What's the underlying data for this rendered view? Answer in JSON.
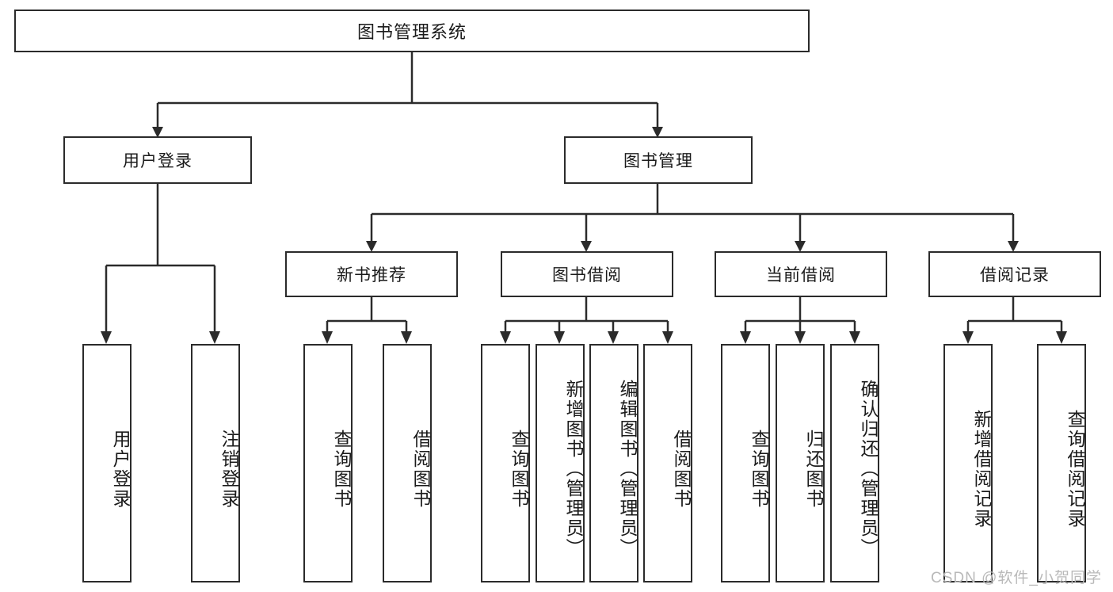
{
  "diagram": {
    "title": "图书管理系统",
    "type": "tree",
    "root": {
      "label": "图书管理系统",
      "children": [
        {
          "label": "用户登录",
          "children": [
            {
              "label": "用户登录"
            },
            {
              "label": "注销登录"
            }
          ]
        },
        {
          "label": "图书管理",
          "children": [
            {
              "label": "新书推荐",
              "children": [
                {
                  "label": "查询图书"
                },
                {
                  "label": "借阅图书"
                }
              ]
            },
            {
              "label": "图书借阅",
              "children": [
                {
                  "label": "查询图书"
                },
                {
                  "label": "新增图书（管理员）"
                },
                {
                  "label": "编辑图书（管理员）"
                },
                {
                  "label": "借阅图书"
                }
              ]
            },
            {
              "label": "当前借阅",
              "children": [
                {
                  "label": "查询图书"
                },
                {
                  "label": "归还图书"
                },
                {
                  "label": "确认归还（管理员）"
                }
              ]
            },
            {
              "label": "借阅记录",
              "children": [
                {
                  "label": "新增借阅记录"
                },
                {
                  "label": "查询借阅记录"
                }
              ]
            }
          ]
        }
      ]
    }
  },
  "watermark": "CSDN @软件_小贺同学",
  "colors": {
    "stroke": "#2b2b2b",
    "background": "#ffffff",
    "text": "#1b1b1b",
    "watermark": "#b9b9b9"
  }
}
